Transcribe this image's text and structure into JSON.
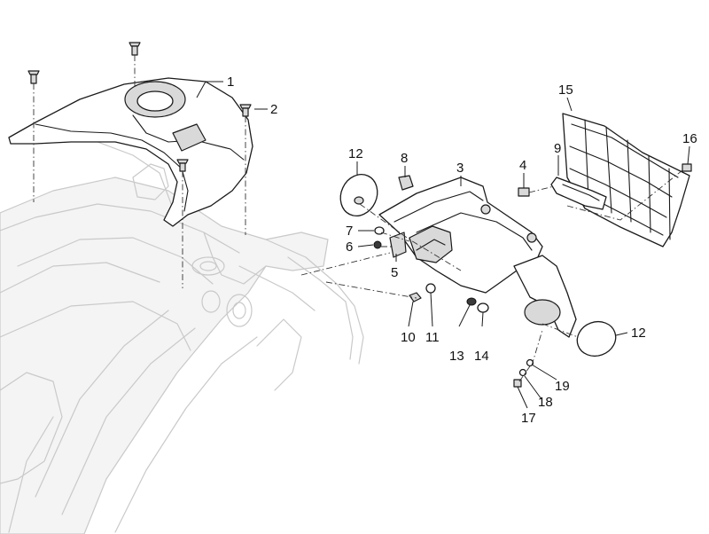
{
  "callouts": {
    "c1": "1",
    "c2": "2",
    "c3": "3",
    "c4": "4",
    "c5": "5",
    "c6": "6",
    "c7": "7",
    "c8": "8",
    "c9": "9",
    "c10": "10",
    "c11": "11",
    "c12a": "12",
    "c12b": "12",
    "c13": "13",
    "c14": "14",
    "c15": "15",
    "c16": "16",
    "c17": "17",
    "c18": "18",
    "c19": "19"
  }
}
